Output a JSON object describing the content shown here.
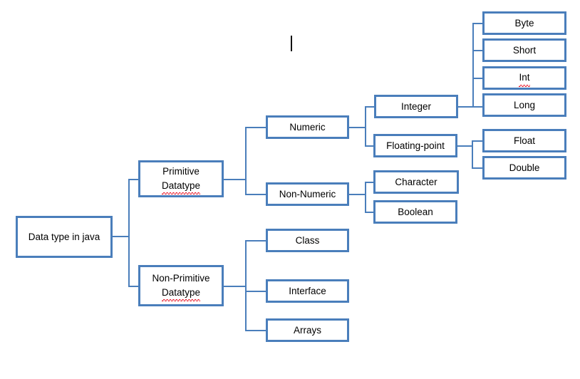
{
  "diagram": {
    "title": "Data type in java",
    "type": "tree-diagram",
    "accent_color": "#4a7ebb",
    "spellcheck_color": "#e81123",
    "background_color": "#ffffff",
    "text_color": "#000000",
    "caret_visible": true,
    "nodes": {
      "root": {
        "label": "Data type in java",
        "misspelled": false
      },
      "primitive": {
        "line1": "Primitive",
        "line2": "Datatype",
        "line2_misspelled": true
      },
      "non_primitive": {
        "line1": "Non-Primitive",
        "line2": "Datatype",
        "line2_misspelled": true
      },
      "numeric": {
        "label": "Numeric",
        "misspelled": false
      },
      "non_numeric": {
        "label": "Non-Numeric",
        "misspelled": false
      },
      "integer": {
        "label": "Integer",
        "misspelled": false
      },
      "floating_point": {
        "label": "Floating-point",
        "misspelled": false
      },
      "character": {
        "label": "Character",
        "misspelled": false
      },
      "boolean": {
        "label": "Boolean",
        "misspelled": false
      },
      "byte": {
        "label": "Byte",
        "misspelled": false
      },
      "short": {
        "label": "Short",
        "misspelled": false
      },
      "int": {
        "label": "Int",
        "misspelled": true
      },
      "long": {
        "label": "Long",
        "misspelled": false
      },
      "float": {
        "label": "Float",
        "misspelled": false
      },
      "double": {
        "label": "Double",
        "misspelled": false
      },
      "class": {
        "label": "Class",
        "misspelled": false
      },
      "interface": {
        "label": "Interface",
        "misspelled": false
      },
      "arrays": {
        "label": "Arrays",
        "misspelled": false
      }
    },
    "edges": [
      {
        "from": "root",
        "to": "primitive"
      },
      {
        "from": "root",
        "to": "non_primitive"
      },
      {
        "from": "primitive",
        "to": "numeric"
      },
      {
        "from": "primitive",
        "to": "non_numeric"
      },
      {
        "from": "numeric",
        "to": "integer"
      },
      {
        "from": "numeric",
        "to": "floating_point"
      },
      {
        "from": "non_numeric",
        "to": "character"
      },
      {
        "from": "non_numeric",
        "to": "boolean"
      },
      {
        "from": "integer",
        "to": "byte"
      },
      {
        "from": "integer",
        "to": "short"
      },
      {
        "from": "integer",
        "to": "int"
      },
      {
        "from": "integer",
        "to": "long"
      },
      {
        "from": "floating_point",
        "to": "float"
      },
      {
        "from": "floating_point",
        "to": "double"
      },
      {
        "from": "non_primitive",
        "to": "class"
      },
      {
        "from": "non_primitive",
        "to": "interface"
      },
      {
        "from": "non_primitive",
        "to": "arrays"
      }
    ]
  }
}
